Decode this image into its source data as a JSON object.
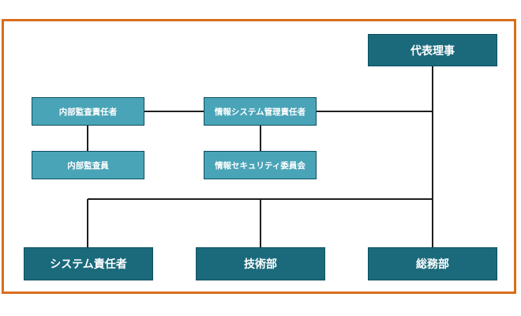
{
  "colors": {
    "frame": "#d96e1c",
    "dark_box": "#1a6a7c",
    "light_box": "#4aa4b7",
    "line": "#1f1f1f"
  },
  "org": {
    "representative": "代表理事",
    "internal_audit_manager": "内部監査責任者",
    "internal_auditor": "内部監査員",
    "info_system_manager": "情報システム管理責任者",
    "info_security_committee": "情報セキュリティ委員会",
    "system_manager": "システム責任者",
    "technology_dept": "技術部",
    "general_affairs_dept": "総務部"
  }
}
